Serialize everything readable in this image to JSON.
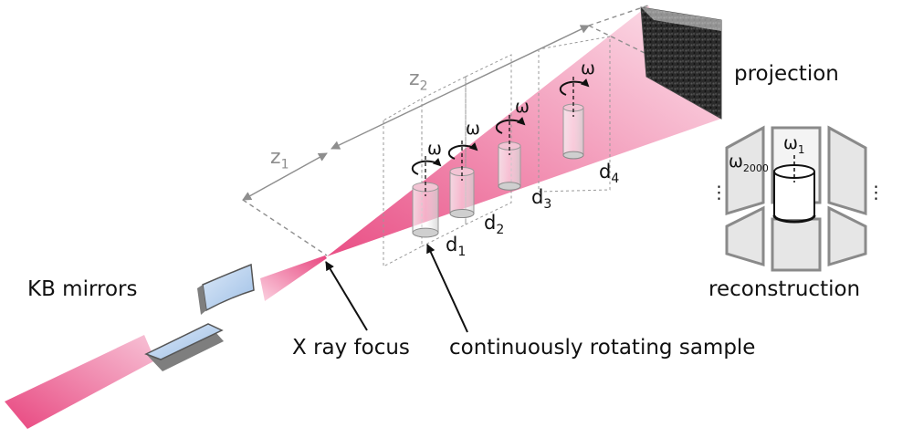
{
  "labels": {
    "kb_mirrors": "KB mirrors",
    "xray_focus": "X ray focus",
    "sample": "continuously rotating sample",
    "projection": "projection",
    "reconstruction": "reconstruction"
  },
  "distances": {
    "z1": "z",
    "z1_sub": "1",
    "z2": "z",
    "z2_sub": "2",
    "d1": "d",
    "d1_sub": "1",
    "d2": "d",
    "d2_sub": "2",
    "d3": "d",
    "d3_sub": "3",
    "d4": "d",
    "d4_sub": "4"
  },
  "rotation": {
    "omega": "ω",
    "omega1": "ω",
    "omega1_sub": "1",
    "omega2000": "ω",
    "omega2000_sub": "2000",
    "ellipsis": "⋮"
  },
  "colors": {
    "beam": "#e8467f",
    "mirror": "#b9d3ee",
    "panel": "#8a8a8a",
    "dimension": "#8e8e8e"
  }
}
